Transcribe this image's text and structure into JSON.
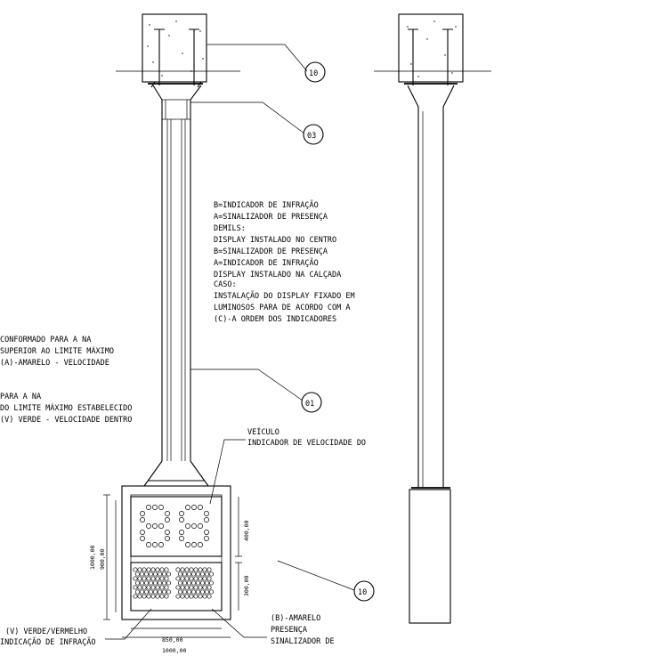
{
  "callouts": {
    "c1": "10",
    "c2": "03",
    "c3": "01",
    "c4": "10"
  },
  "notes_block": [
    "B=INDICADOR DE INFRAÇÃO",
    "A=SINALIZADOR DE PRESENÇA",
    "DEMILS:",
    "DISPLAY INSTALADO NO CENTRO",
    "B=SINALIZADOR DE PRESENÇA",
    "A=INDICADOR DE INFRAÇÃO",
    "DISPLAY INSTALADO NA CALÇADA",
    "CASO:",
    "INSTALAÇÃO DO DISPLAY FIXADO EM",
    "LUMINOSOS PARA DE ACORDO COM A",
    "(C)-A ORDEM DOS INDICADORES"
  ],
  "left_notes_1": [
    "CONFORMADO PARA A NA",
    "SUPERIOR AO LIMITE MÁXIMO",
    "(A)-AMARELO - VELOCIDADE"
  ],
  "left_notes_2": [
    "PARA A NA",
    "DO LIMITE MÁXIMO ESTABELECIDO",
    "(V) VERDE - VELOCIDADE DENTRO"
  ],
  "speed_label": [
    "VEÍCULO",
    "INDICADOR DE VELOCIDADE DO"
  ],
  "bottom_left_label": [
    "(V) VERDE/VERMELHO",
    "INDICAÇÃO DE INFRAÇÃO"
  ],
  "bottom_right_label": [
    "(B)-AMARELO",
    "PRESENÇA",
    "SINALIZADOR DE"
  ],
  "dimensions": {
    "width_inner": "850,00",
    "width_outer": "1000,00",
    "height_total": "1000,00",
    "height_inner": "900,00",
    "height_upper": "400,00",
    "height_lower": "300,00"
  },
  "display_digits": "88"
}
